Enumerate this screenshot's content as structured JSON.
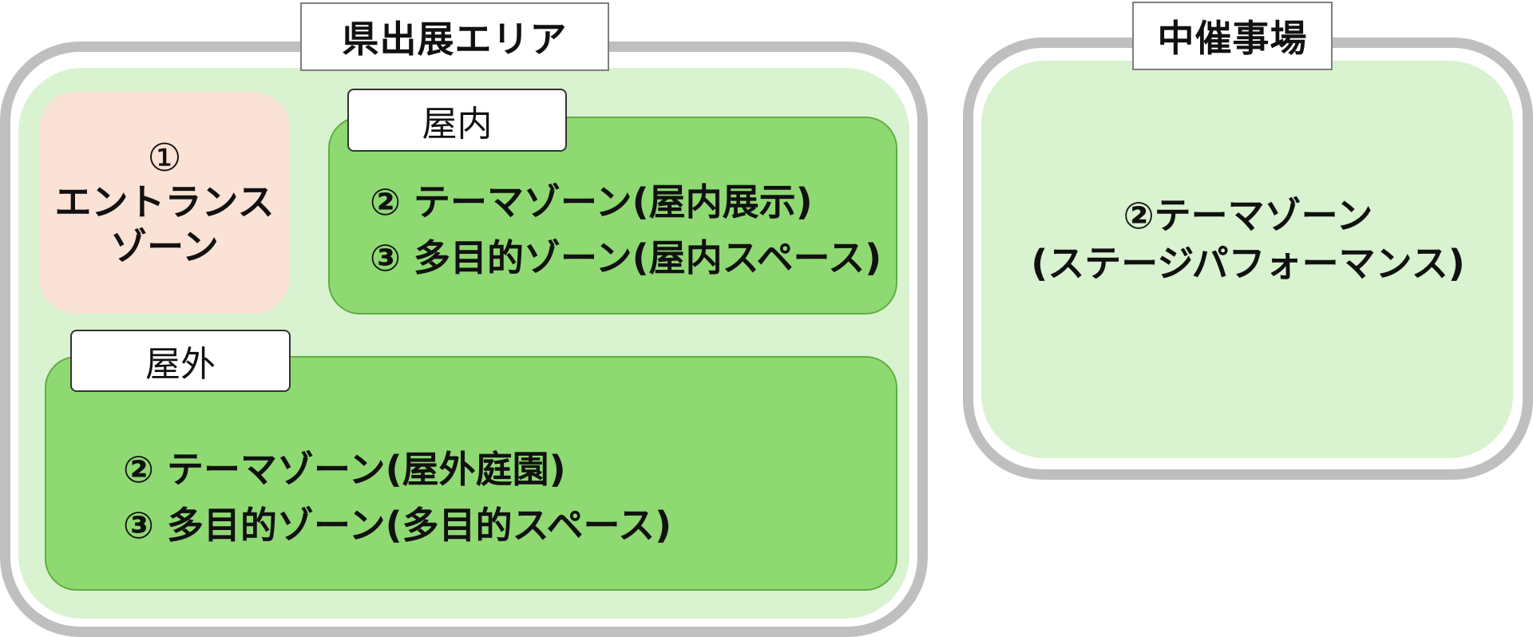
{
  "prefecture_area": {
    "title": "県出展エリア",
    "entrance": {
      "number": "①",
      "line1": "エントランス",
      "line2": "ゾーン"
    },
    "indoor": {
      "label": "屋内",
      "lines": [
        "② テーマゾーン(屋内展示)",
        "③ 多目的ゾーン(屋内スペース)"
      ]
    },
    "outdoor": {
      "label": "屋外",
      "lines": [
        "② テーマゾーン(屋外庭園)",
        "③ 多目的ゾーン(多目的スペース)"
      ]
    }
  },
  "venue_area": {
    "title": "中催事場",
    "line1": "②テーマゾーン",
    "line2": "(ステージパフォーマンス)"
  },
  "colors": {
    "outer_ring": "#bfbfbf",
    "area_fill": "#d9f2d0",
    "zone_fill": "#8fd973",
    "zone_border": "#5fae41",
    "entrance_fill": "#fbe2d6"
  }
}
